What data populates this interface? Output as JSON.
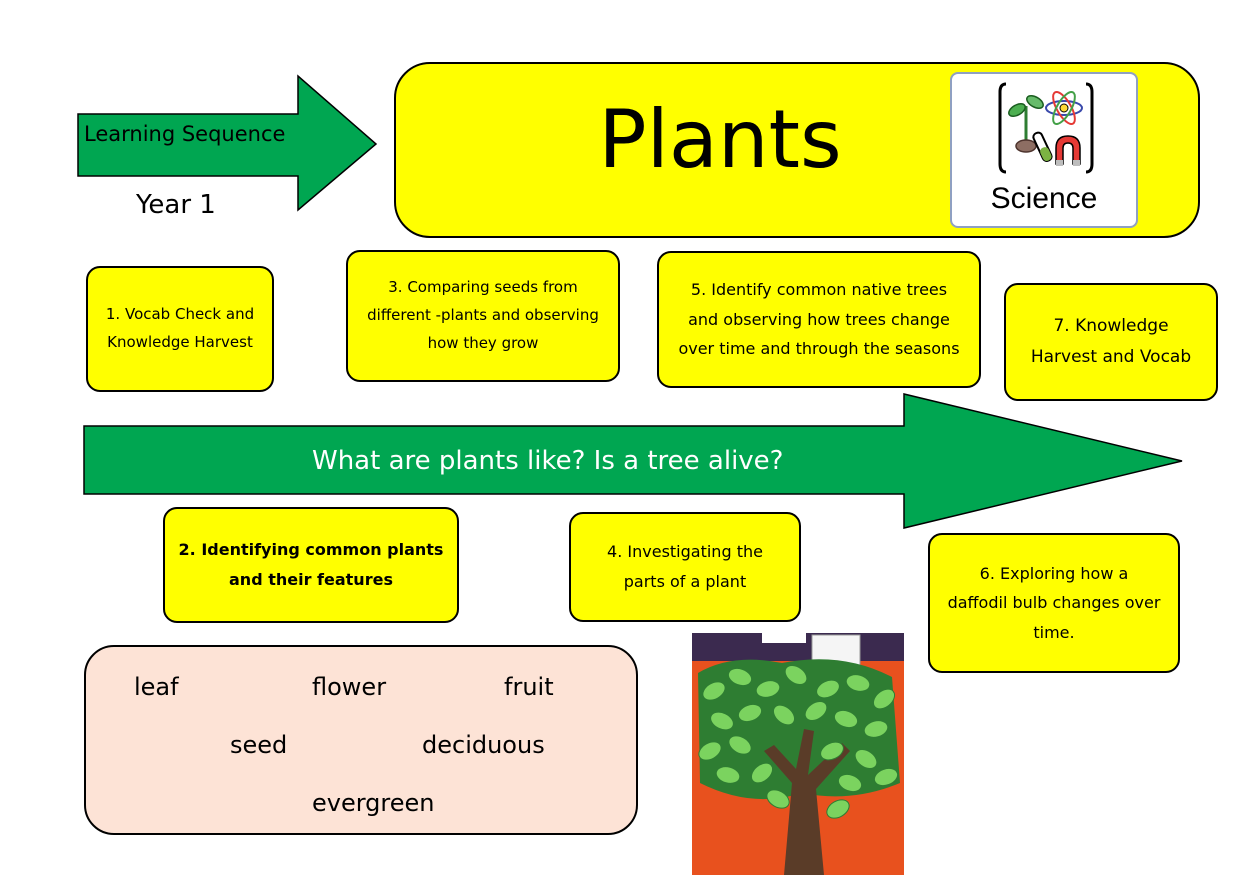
{
  "header": {
    "learning_sequence": "Learning Sequence",
    "year": "Year 1",
    "title": "Plants",
    "badge_label": "Science"
  },
  "main_arrow": {
    "question": "What are plants like?  Is a tree alive?"
  },
  "steps": [
    {
      "text": "1. Vocab Check and\nKnowledge Harvest"
    },
    {
      "text": "2. Identifying common plants\nand their features"
    },
    {
      "text": "3. Comparing seeds from\ndifferent -plants and observing\nhow they grow"
    },
    {
      "text": "4. Investigating the\nparts of a plant"
    },
    {
      "text": "5. Identify common native trees\nand observing how trees change\nover time and through the seasons"
    },
    {
      "text": "6.  Exploring how a\ndaffodil bulb changes over\ntime."
    },
    {
      "text": "7.  Knowledge\nHarvest and Vocab"
    }
  ],
  "vocabulary": [
    "leaf",
    "flower",
    "fruit",
    "seed",
    "deciduous",
    "evergreen"
  ],
  "colors": {
    "arrow_green": "#00a651",
    "box_yellow": "#ffff00",
    "vocab_peach": "#fde3d6",
    "photo_orange": "#e8511e",
    "leaf_green": "#5cb84a",
    "trunk_brown": "#5a3c28"
  },
  "icons": [
    "plant-sprout-icon",
    "atom-icon",
    "magnet-icon",
    "test-tube-icon"
  ],
  "photo": {
    "description_icon": "tree-display-photo"
  }
}
